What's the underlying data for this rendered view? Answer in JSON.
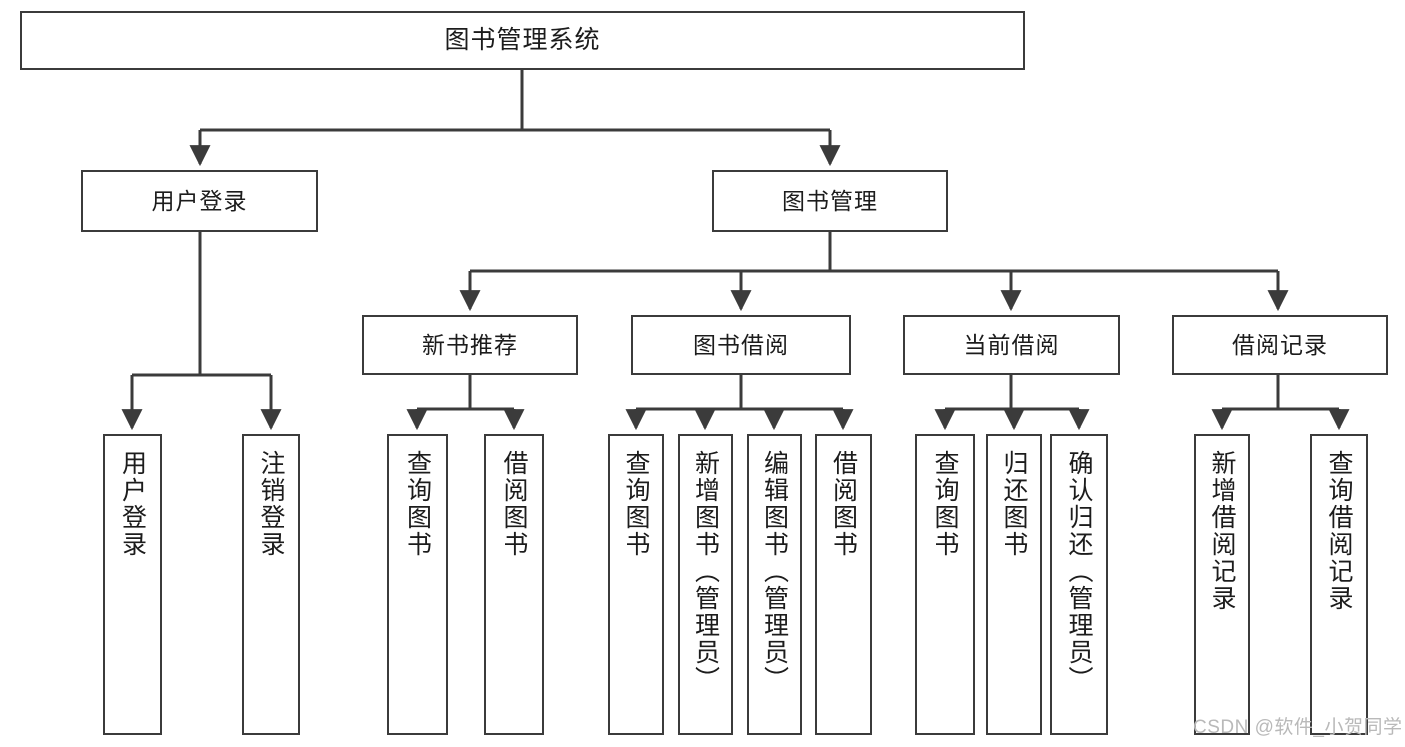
{
  "diagram": {
    "title": "图书管理系统",
    "type": "tree-hierarchy",
    "watermark": "CSDN @软件_小贺同学",
    "colors": {
      "background": "#ffffff",
      "box_border": "#3b3b3b",
      "box_fill": "#ffffff",
      "connector": "#3b3b3b",
      "text": "#1c1c1c",
      "watermark": "#b9b9b9"
    },
    "nodes": {
      "root": {
        "label": "图书管理系统"
      },
      "level2": [
        {
          "label": "用户登录"
        },
        {
          "label": "图书管理"
        }
      ],
      "level3": [
        {
          "label": "新书推荐"
        },
        {
          "label": "图书借阅"
        },
        {
          "label": "当前借阅"
        },
        {
          "label": "借阅记录"
        }
      ],
      "leaves": {
        "user_login": [
          {
            "label": "用户登录"
          },
          {
            "label": "注销登录"
          }
        ],
        "new_book_recommend": [
          {
            "label": "查询图书"
          },
          {
            "label": "借阅图书"
          }
        ],
        "book_borrow": [
          {
            "label": "查询图书"
          },
          {
            "label": "新增图书（管理员）"
          },
          {
            "label": "编辑图书（管理员）"
          },
          {
            "label": "借阅图书"
          }
        ],
        "current_borrow": [
          {
            "label": "查询图书"
          },
          {
            "label": "归还图书"
          },
          {
            "label": "确认归还（管理员）"
          }
        ],
        "borrow_record": [
          {
            "label": "新增借阅记录"
          },
          {
            "label": "查询借阅记录"
          }
        ]
      }
    }
  }
}
